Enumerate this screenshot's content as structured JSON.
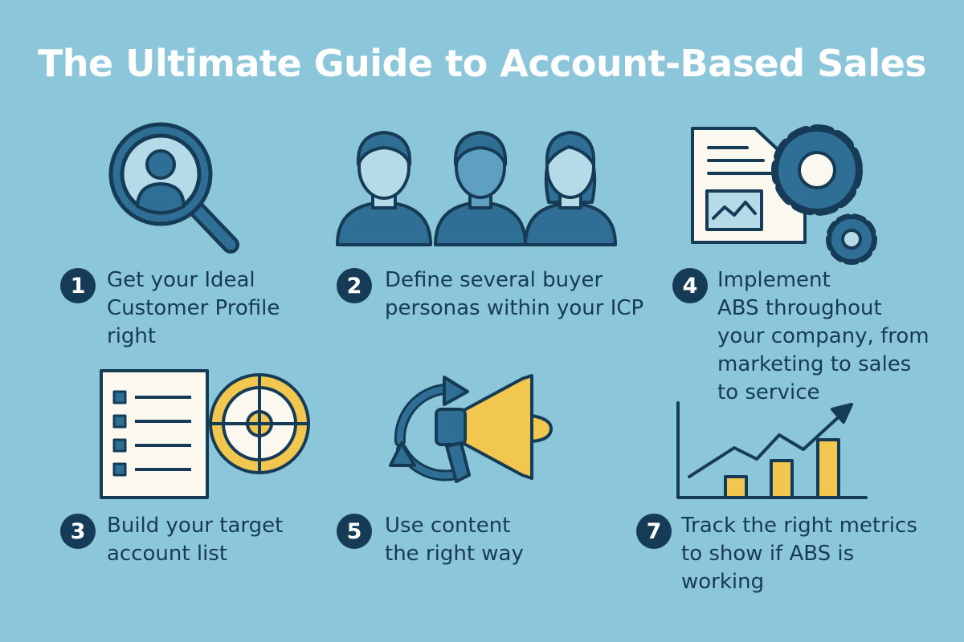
{
  "title": "The Ultimate Guide to Account-Based Sales",
  "steps": [
    {
      "number": "1",
      "text": "Get your Ideal\nCustomer Profile\nright",
      "icon": "magnifier-person-icon"
    },
    {
      "number": "2",
      "text": "Define several buyer\npersonas within your ICP",
      "icon": "buyer-personas-icon"
    },
    {
      "number": "4",
      "text": "Implement\nABS throughout\nyour company, from\nmarketing to sales\nto service",
      "icon": "document-gears-icon"
    },
    {
      "number": "3",
      "text": "Build your target\naccount list",
      "icon": "checklist-target-icon"
    },
    {
      "number": "5",
      "text": "Use content\nthe right way",
      "icon": "megaphone-cycle-icon"
    },
    {
      "number": "7",
      "text": "Track the right metrics\nto show if ABS is\nworking",
      "icon": "growth-chart-icon"
    }
  ],
  "colors": {
    "background": "#8cc6da",
    "navy": "#163b56",
    "blue": "#2f6f96",
    "light": "#b6dbe8",
    "yellow": "#f1c74f",
    "paper": "#fbf8ef"
  }
}
